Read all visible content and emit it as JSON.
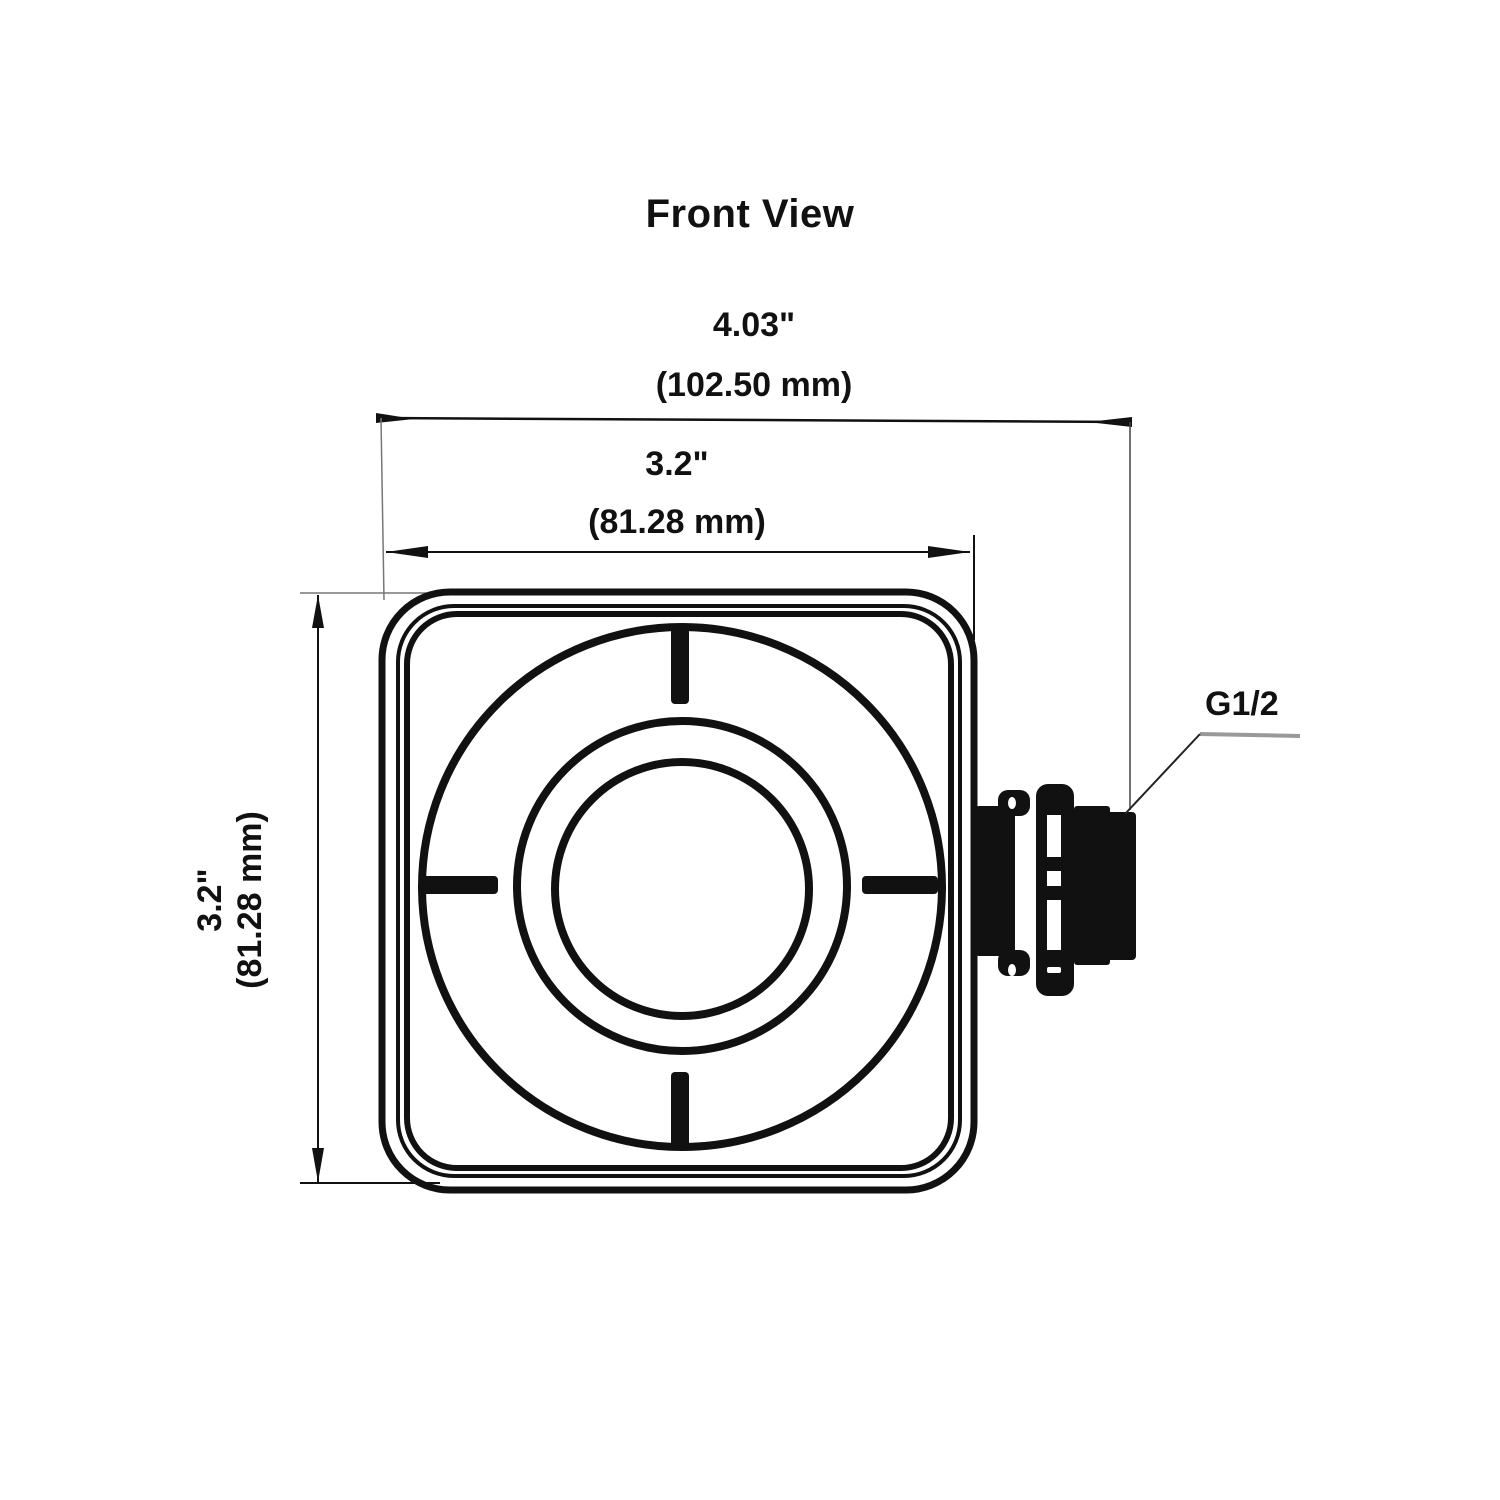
{
  "title": "Front View",
  "dimensions": {
    "overall_width": {
      "inches": "4.03\"",
      "mm": "(102.50 mm)"
    },
    "body_width": {
      "inches": "3.2\"",
      "mm": "(81.28 mm)"
    },
    "body_height": {
      "inches": "3.2\"",
      "mm": "(81.28 mm)"
    }
  },
  "callouts": {
    "thread": "G1/2"
  },
  "colors": {
    "line": "#111111",
    "background": "#ffffff"
  }
}
